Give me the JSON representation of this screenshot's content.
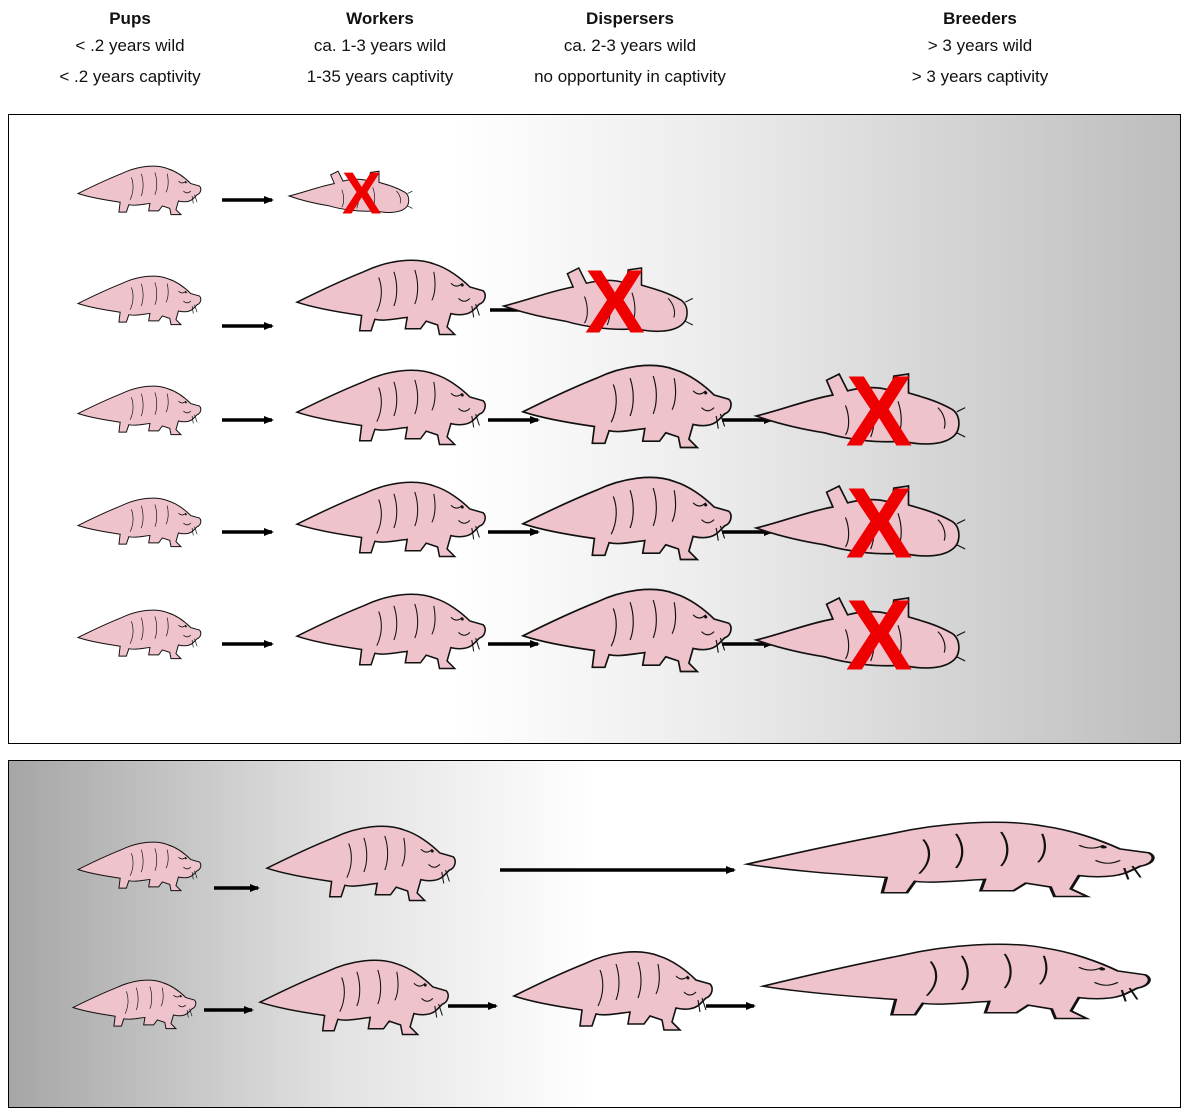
{
  "stages": [
    {
      "title": "Pups",
      "wild": "< .2 years wild",
      "captivity": "< .2  years captivity"
    },
    {
      "title": "Workers",
      "wild": "ca. 1-3 years wild",
      "captivity": "1-35 years captivity"
    },
    {
      "title": "Dispersers",
      "wild": "ca. 2-3 years wild",
      "captivity": "no opportunity in captivity"
    },
    {
      "title": "Breeders",
      "wild": "> 3 years wild",
      "captivity": "> 3 years captivity"
    }
  ],
  "colors": {
    "mole_fill": "#efc3cb",
    "outline": "#111111",
    "death_mark": "#ee0000",
    "arrow": "#000000"
  },
  "death_mark_glyph": "X",
  "icon": "naked-mole-rat-icon",
  "top_panel": {
    "rows": [
      {
        "stages": [
          "pup",
          "dead-pup"
        ]
      },
      {
        "stages": [
          "pup",
          "worker",
          "dead-worker"
        ]
      },
      {
        "stages": [
          "pup",
          "worker",
          "disperser",
          "dead-disperser"
        ]
      },
      {
        "stages": [
          "pup",
          "worker",
          "disperser",
          "dead-disperser"
        ]
      },
      {
        "stages": [
          "pup",
          "worker",
          "disperser",
          "dead-disperser"
        ]
      }
    ]
  },
  "bottom_panel": {
    "rows": [
      {
        "stages": [
          "pup",
          "worker",
          "breeder"
        ]
      },
      {
        "stages": [
          "pup",
          "worker",
          "disperser",
          "breeder"
        ]
      }
    ]
  }
}
